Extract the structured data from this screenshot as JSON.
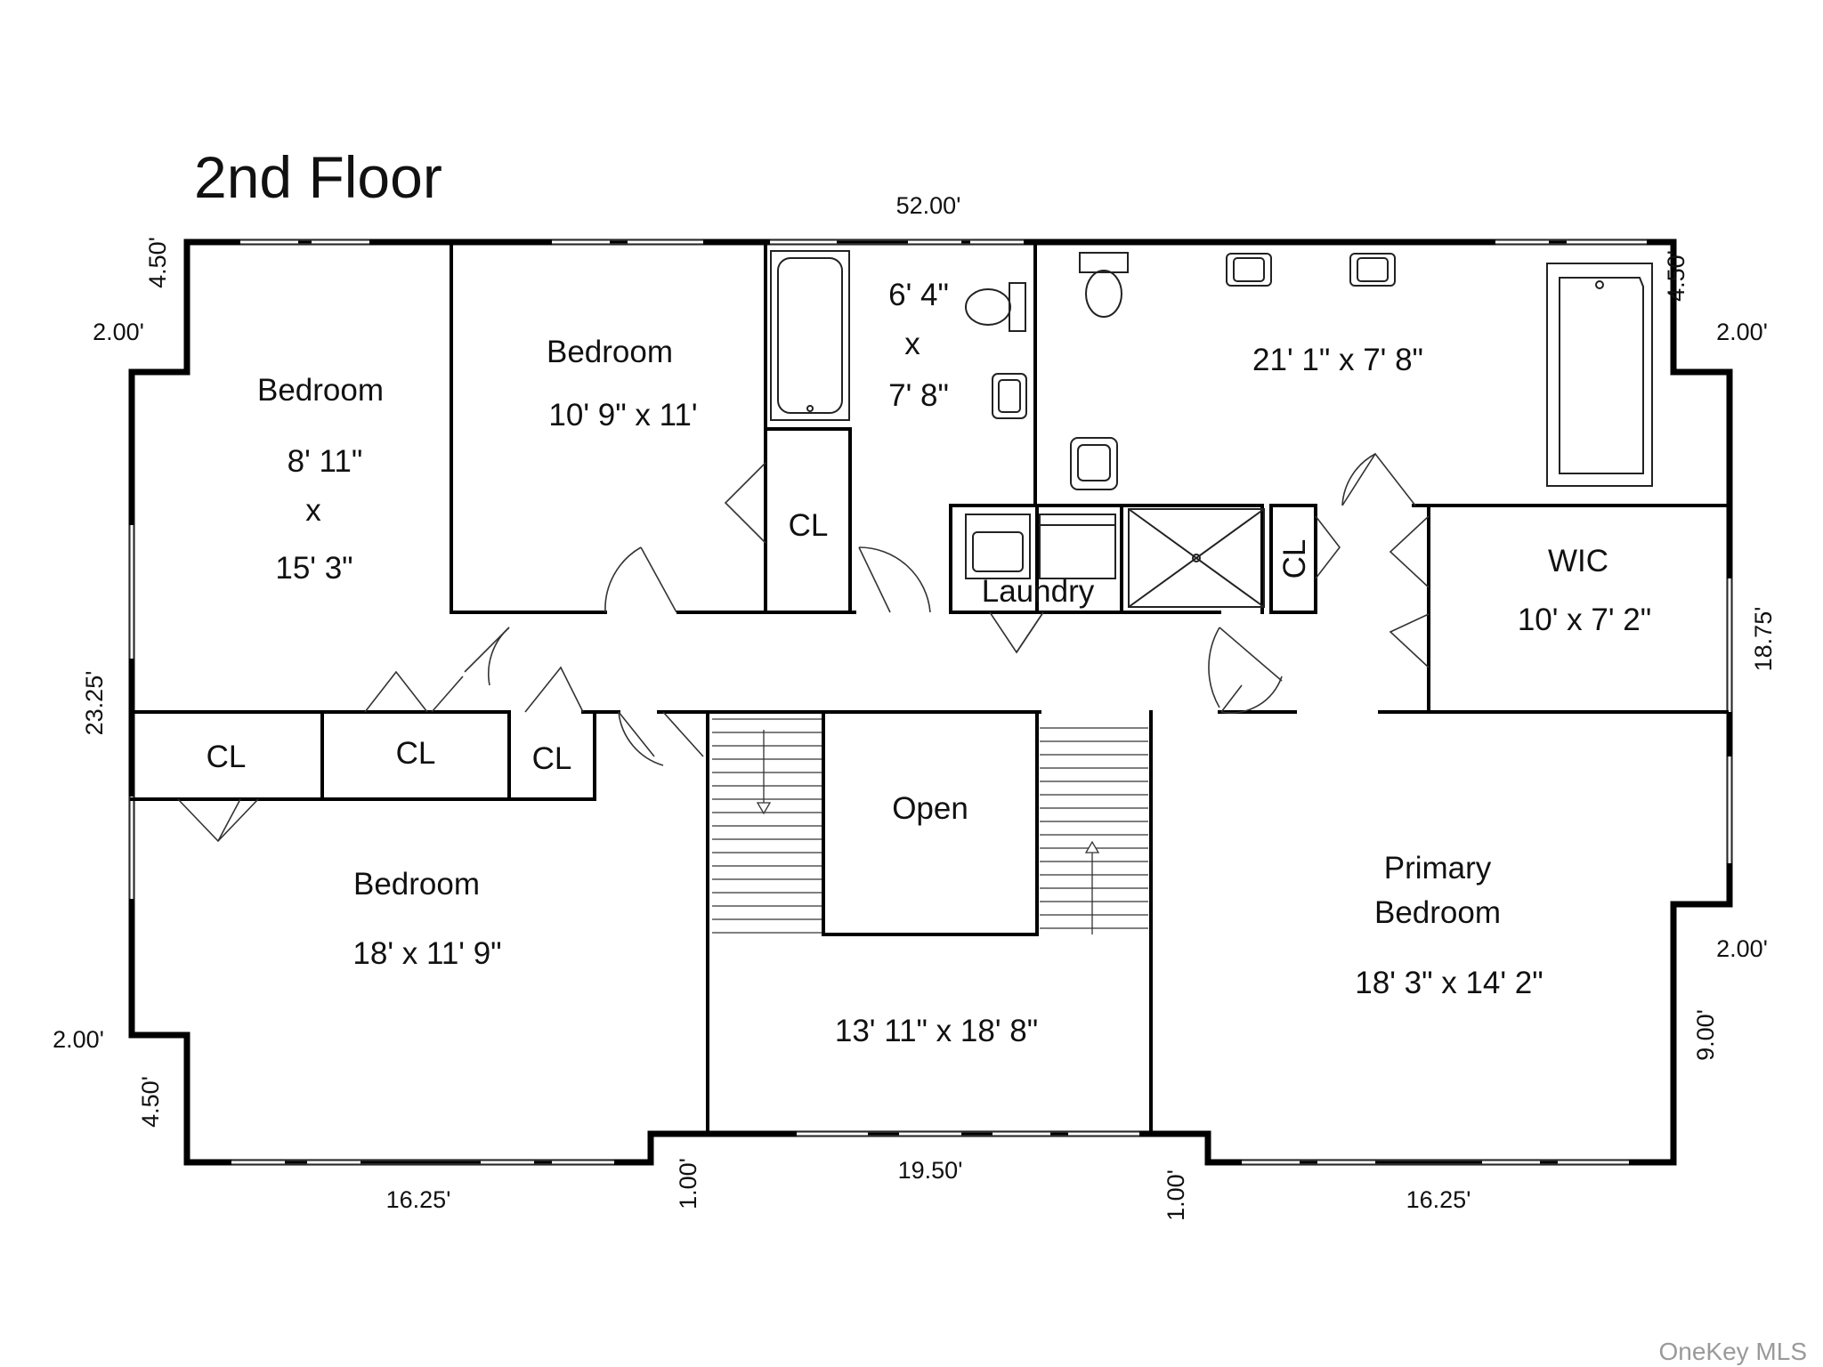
{
  "title": "2nd Floor",
  "rooms": {
    "bedroom_nw": {
      "name": "Bedroom",
      "dim1": "8' 11\"",
      "x": "x",
      "dim2": "15' 3\""
    },
    "bedroom_n": {
      "name": "Bedroom",
      "dim": "10' 9\" x 11'"
    },
    "bath_hall": {
      "dim1": "6' 4\"",
      "x": "x",
      "dim2": "7' 8\""
    },
    "bath_primary": {
      "dim": "21' 1\" x 7' 8\""
    },
    "closet_n": {
      "name": "CL"
    },
    "laundry": {
      "name": "Laundry"
    },
    "closet_small": {
      "name": "CL"
    },
    "wic": {
      "name": "WIC",
      "dim": "10' x 7' 2\""
    },
    "closet_w1": {
      "name": "CL"
    },
    "closet_w2": {
      "name": "CL"
    },
    "closet_w3": {
      "name": "CL"
    },
    "open": {
      "name": "Open"
    },
    "bedroom_sw": {
      "name": "Bedroom",
      "dim": "18' x 11' 9\""
    },
    "hall": {
      "dim": "13' 11\" x 18' 8\""
    },
    "primary": {
      "name1": "Primary",
      "name2": "Bedroom",
      "dim": "18' 3\" x 14' 2\""
    }
  },
  "dimensions": {
    "top": "52.00'",
    "top_left_bump": "4.50'",
    "left_upper": "2.00'",
    "left_mid": "23.25'",
    "left_lower": "2.00'",
    "bottom_left_bump": "4.50'",
    "bottom_left": "16.25'",
    "step_left": "1.00'",
    "bottom_mid": "19.50'",
    "step_right": "1.00'",
    "bottom_right": "16.25'",
    "top_right_bump": "4.50'",
    "right_upper": "2.00'",
    "right_mid": "18.75'",
    "right_lower": "2.00'",
    "right_bottom": "9.00'"
  },
  "watermark": "OneKey MLS"
}
